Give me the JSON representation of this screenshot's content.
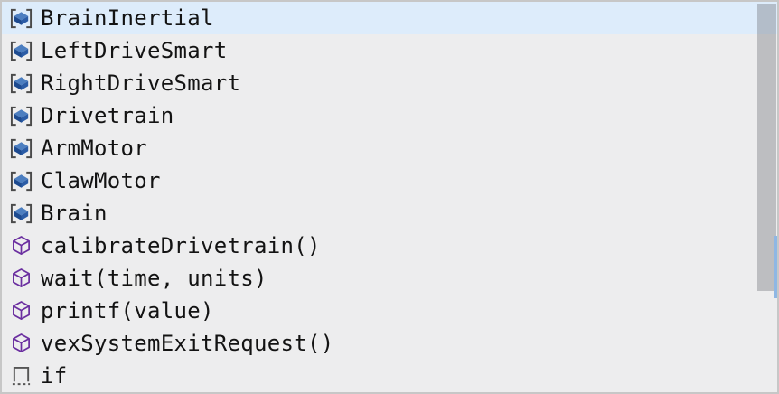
{
  "widget": {
    "name": "code-completion-popup",
    "type": "autocomplete-suggest-list"
  },
  "list": {
    "items": [
      {
        "label": "BrainInertial",
        "kind": "variable",
        "selected": true
      },
      {
        "label": "LeftDriveSmart",
        "kind": "variable",
        "selected": false
      },
      {
        "label": "RightDriveSmart",
        "kind": "variable",
        "selected": false
      },
      {
        "label": "Drivetrain",
        "kind": "variable",
        "selected": false
      },
      {
        "label": "ArmMotor",
        "kind": "variable",
        "selected": false
      },
      {
        "label": "ClawMotor",
        "kind": "variable",
        "selected": false
      },
      {
        "label": "Brain",
        "kind": "variable",
        "selected": false
      },
      {
        "label": "calibrateDrivetrain()",
        "kind": "function",
        "selected": false
      },
      {
        "label": "wait(time, units)",
        "kind": "function",
        "selected": false
      },
      {
        "label": "printf(value)",
        "kind": "function",
        "selected": false
      },
      {
        "label": "vexSystemExitRequest()",
        "kind": "function",
        "selected": false
      },
      {
        "label": "if",
        "kind": "snippet",
        "selected": false
      }
    ]
  },
  "icons": {
    "variable": "bracketed-3d-box-icon",
    "function": "cube-outline-icon",
    "snippet": "dashed-square-icon"
  },
  "scrollbar": {
    "thumb_visible": true,
    "editor_scrollbar_fragment_visible": true
  },
  "colors": {
    "selection_background": "#DDECFB",
    "list_background": "#EDEDEE",
    "border": "#C7C7C7",
    "text": "#131313",
    "variable_icon_bracket": "#4A4A4A",
    "variable_icon_top_face": "#4C7EC0",
    "variable_icon_left_face": "#1D4A8F",
    "variable_icon_right_face": "#2B5CA6",
    "function_icon": "#6B2FA0",
    "snippet_icon": "#555555",
    "scrollbar_thumb": "rgba(100,104,110,0.35)",
    "editor_scrollbar": "#8FB7E4"
  }
}
